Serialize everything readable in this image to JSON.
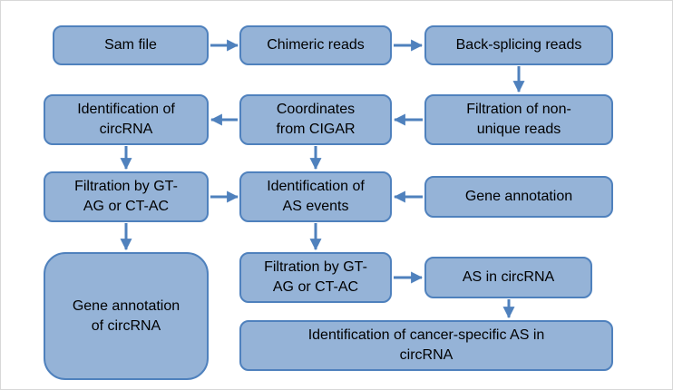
{
  "diagram": {
    "colors": {
      "node_fill": "#95B3D7",
      "node_border": "#4F81BD",
      "arrow": "#4F81BD",
      "text": "#000000",
      "background": "#FFFFFF"
    },
    "nodes": [
      {
        "id": "sam-file",
        "label": "Sam file"
      },
      {
        "id": "chimeric-reads",
        "label": "Chimeric reads"
      },
      {
        "id": "back-splicing-reads",
        "label": "Back-splicing reads"
      },
      {
        "id": "identification-circrna",
        "label": "Identification of\ncircRNA"
      },
      {
        "id": "coordinates-cigar",
        "label": "Coordinates\nfrom CIGAR"
      },
      {
        "id": "filtration-non-unique",
        "label": "Filtration of non-\nunique reads"
      },
      {
        "id": "filtration-gtag-1",
        "label": "Filtration by GT-\nAG or CT-AC"
      },
      {
        "id": "identification-as-events",
        "label": "Identification of\nAS events"
      },
      {
        "id": "gene-annotation",
        "label": "Gene annotation"
      },
      {
        "id": "gene-annotation-circrna",
        "label": "Gene annotation\nof circRNA"
      },
      {
        "id": "filtration-gtag-2",
        "label": "Filtration by GT-\nAG or CT-AC"
      },
      {
        "id": "as-in-circrna",
        "label": "AS in circRNA"
      },
      {
        "id": "cancer-specific-as",
        "label": "Identification of cancer-specific AS in\ncircRNA"
      }
    ],
    "edges": [
      {
        "from": "sam-file",
        "to": "chimeric-reads"
      },
      {
        "from": "chimeric-reads",
        "to": "back-splicing-reads"
      },
      {
        "from": "back-splicing-reads",
        "to": "filtration-non-unique"
      },
      {
        "from": "filtration-non-unique",
        "to": "coordinates-cigar"
      },
      {
        "from": "coordinates-cigar",
        "to": "identification-circrna"
      },
      {
        "from": "identification-circrna",
        "to": "filtration-gtag-1"
      },
      {
        "from": "coordinates-cigar",
        "to": "identification-as-events"
      },
      {
        "from": "filtration-gtag-1",
        "to": "identification-as-events"
      },
      {
        "from": "gene-annotation",
        "to": "identification-as-events"
      },
      {
        "from": "filtration-gtag-1",
        "to": "gene-annotation-circrna"
      },
      {
        "from": "identification-as-events",
        "to": "filtration-gtag-2"
      },
      {
        "from": "filtration-gtag-2",
        "to": "as-in-circrna"
      },
      {
        "from": "as-in-circrna",
        "to": "cancer-specific-as"
      }
    ]
  }
}
